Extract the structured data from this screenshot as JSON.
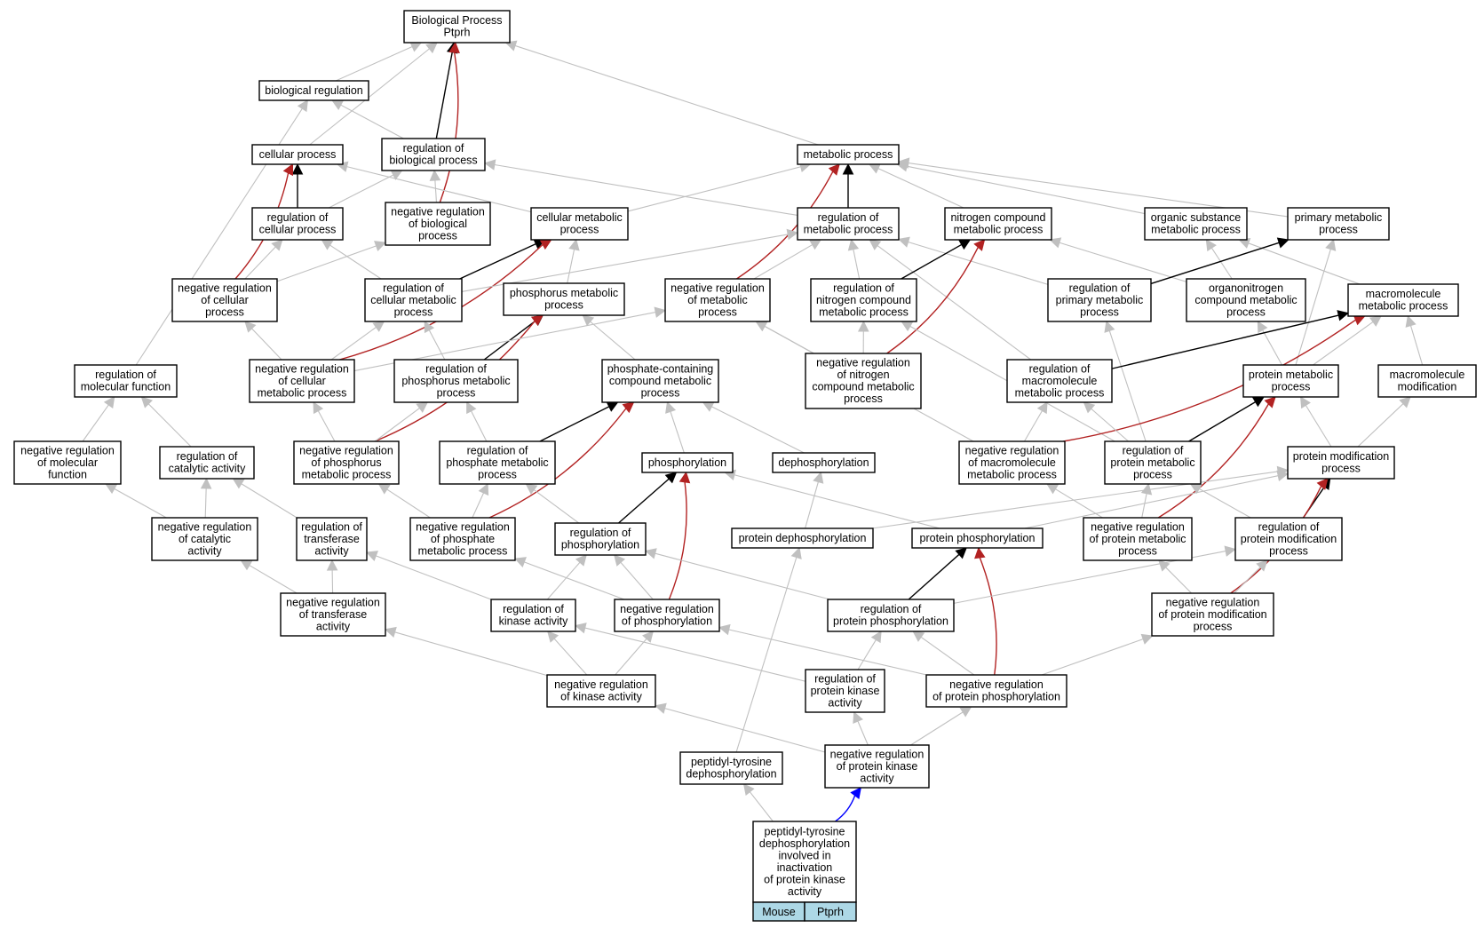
{
  "colors": {
    "is_a": "#c0c0c0",
    "part_of": "#000000",
    "negatively_regulates": "#b22222",
    "query_link": "#0000ff",
    "annotation_cell": "#add8e6"
  },
  "legend_cells": {
    "species": "Mouse",
    "gene": "Ptprh"
  },
  "nodes": [
    {
      "id": "root",
      "lines": [
        "Biological Process",
        "Ptprh"
      ]
    },
    {
      "id": "bioreg",
      "lines": [
        "biological regulation"
      ]
    },
    {
      "id": "cellproc",
      "lines": [
        "cellular process"
      ]
    },
    {
      "id": "regbio",
      "lines": [
        "regulation of",
        "biological process"
      ]
    },
    {
      "id": "metab",
      "lines": [
        "metabolic process"
      ]
    },
    {
      "id": "regcell",
      "lines": [
        "regulation of",
        "cellular process"
      ]
    },
    {
      "id": "negregbio",
      "lines": [
        "negative regulation",
        "of biological",
        "process"
      ]
    },
    {
      "id": "cellmetab",
      "lines": [
        "cellular metabolic",
        "process"
      ]
    },
    {
      "id": "regmetab",
      "lines": [
        "regulation of",
        "metabolic process"
      ]
    },
    {
      "id": "nitro",
      "lines": [
        "nitrogen compound",
        "metabolic process"
      ]
    },
    {
      "id": "orgsub",
      "lines": [
        "organic substance",
        "metabolic process"
      ]
    },
    {
      "id": "primary",
      "lines": [
        "primary metabolic",
        "process"
      ]
    },
    {
      "id": "negregcell",
      "lines": [
        "negative regulation",
        "of cellular",
        "process"
      ]
    },
    {
      "id": "regcellmetab",
      "lines": [
        "regulation of",
        "cellular metabolic",
        "process"
      ]
    },
    {
      "id": "phosmetab",
      "lines": [
        "phosphorus metabolic",
        "process"
      ]
    },
    {
      "id": "negregmetab",
      "lines": [
        "negative regulation",
        "of metabolic",
        "process"
      ]
    },
    {
      "id": "regnitro",
      "lines": [
        "regulation of",
        "nitrogen compound",
        "metabolic process"
      ]
    },
    {
      "id": "regprimary",
      "lines": [
        "regulation of",
        "primary metabolic",
        "process"
      ]
    },
    {
      "id": "organonitro",
      "lines": [
        "organonitrogen",
        "compound metabolic",
        "process"
      ]
    },
    {
      "id": "macromet",
      "lines": [
        "macromolecule",
        "metabolic process"
      ]
    },
    {
      "id": "regmolfunc",
      "lines": [
        "regulation of",
        "molecular function"
      ]
    },
    {
      "id": "negregcellmetab",
      "lines": [
        "negative regulation",
        "of cellular",
        "metabolic process"
      ]
    },
    {
      "id": "regphosmetab",
      "lines": [
        "regulation of",
        "phosphorus metabolic",
        "process"
      ]
    },
    {
      "id": "phoscontain",
      "lines": [
        "phosphate-containing",
        "compound metabolic",
        "process"
      ]
    },
    {
      "id": "negregnitro",
      "lines": [
        "negative regulation",
        "of nitrogen",
        "compound metabolic",
        "process"
      ]
    },
    {
      "id": "regmacromet",
      "lines": [
        "regulation of",
        "macromolecule",
        "metabolic process"
      ]
    },
    {
      "id": "protmetab",
      "lines": [
        "protein metabolic",
        "process"
      ]
    },
    {
      "id": "macromod",
      "lines": [
        "macromolecule",
        "modification"
      ]
    },
    {
      "id": "negregmolfunc",
      "lines": [
        "negative regulation",
        "of molecular",
        "function"
      ]
    },
    {
      "id": "regcatal",
      "lines": [
        "regulation of",
        "catalytic activity"
      ]
    },
    {
      "id": "negregphosmetab",
      "lines": [
        "negative regulation",
        "of phosphorus",
        "metabolic process"
      ]
    },
    {
      "id": "regphosphatemetab",
      "lines": [
        "regulation of",
        "phosphate metabolic",
        "process"
      ]
    },
    {
      "id": "phosphorylation",
      "lines": [
        "phosphorylation"
      ]
    },
    {
      "id": "dephos",
      "lines": [
        "dephosphorylation"
      ]
    },
    {
      "id": "negregmacromet",
      "lines": [
        "negative regulation",
        "of macromolecule",
        "metabolic process"
      ]
    },
    {
      "id": "regprotmetab",
      "lines": [
        "regulation of",
        "protein metabolic",
        "process"
      ]
    },
    {
      "id": "protmod",
      "lines": [
        "protein modification",
        "process"
      ]
    },
    {
      "id": "negregcatal",
      "lines": [
        "negative regulation",
        "of catalytic",
        "activity"
      ]
    },
    {
      "id": "regtransf",
      "lines": [
        "regulation of",
        "transferase",
        "activity"
      ]
    },
    {
      "id": "negregphosphatemetab",
      "lines": [
        "negative regulation",
        "of phosphate",
        "metabolic process"
      ]
    },
    {
      "id": "regphosphorylation",
      "lines": [
        "regulation of",
        "phosphorylation"
      ]
    },
    {
      "id": "protdephos",
      "lines": [
        "protein dephosphorylation"
      ]
    },
    {
      "id": "protphos",
      "lines": [
        "protein phosphorylation"
      ]
    },
    {
      "id": "negregprotmetab",
      "lines": [
        "negative regulation",
        "of protein metabolic",
        "process"
      ]
    },
    {
      "id": "regprotmod",
      "lines": [
        "regulation of",
        "protein modification",
        "process"
      ]
    },
    {
      "id": "negregtransf",
      "lines": [
        "negative regulation",
        "of transferase",
        "activity"
      ]
    },
    {
      "id": "regkinase",
      "lines": [
        "regulation of",
        "kinase activity"
      ]
    },
    {
      "id": "negregphosphorylation",
      "lines": [
        "negative regulation",
        "of phosphorylation"
      ]
    },
    {
      "id": "regprotphos",
      "lines": [
        "regulation of",
        "protein phosphorylation"
      ]
    },
    {
      "id": "negregprotmod",
      "lines": [
        "negative regulation",
        "of protein modification",
        "process"
      ]
    },
    {
      "id": "negregkinase",
      "lines": [
        "negative regulation",
        "of kinase activity"
      ]
    },
    {
      "id": "regprotkinase",
      "lines": [
        "regulation of",
        "protein kinase",
        "activity"
      ]
    },
    {
      "id": "negregprotphos",
      "lines": [
        "negative regulation",
        "of protein phosphorylation"
      ]
    },
    {
      "id": "ptyrdephos",
      "lines": [
        "peptidyl-tyrosine",
        "dephosphorylation"
      ]
    },
    {
      "id": "negregprotkinase",
      "lines": [
        "negative regulation",
        "of protein kinase",
        "activity"
      ]
    },
    {
      "id": "query",
      "lines": [
        "peptidyl-tyrosine",
        "dephosphorylation",
        "involved in",
        "inactivation",
        "of protein kinase",
        "activity"
      ]
    }
  ],
  "edges": [
    {
      "from": "bioreg",
      "to": "root",
      "type": "is_a"
    },
    {
      "from": "cellproc",
      "to": "root",
      "type": "is_a"
    },
    {
      "from": "regbio",
      "to": "root",
      "type": "part_of"
    },
    {
      "from": "negregbio",
      "to": "root",
      "type": "negatively_regulates"
    },
    {
      "from": "metab",
      "to": "root",
      "type": "is_a"
    },
    {
      "from": "regbio",
      "to": "bioreg",
      "type": "is_a"
    },
    {
      "from": "regmolfunc",
      "to": "bioreg",
      "type": "is_a"
    },
    {
      "from": "regcell",
      "to": "cellproc",
      "type": "part_of"
    },
    {
      "from": "negregcell",
      "to": "cellproc",
      "type": "negatively_regulates"
    },
    {
      "from": "cellmetab",
      "to": "cellproc",
      "type": "is_a"
    },
    {
      "from": "negregbio",
      "to": "regbio",
      "type": "is_a"
    },
    {
      "from": "regcell",
      "to": "regbio",
      "type": "is_a"
    },
    {
      "from": "regmetab",
      "to": "regbio",
      "type": "is_a"
    },
    {
      "from": "cellmetab",
      "to": "metab",
      "type": "is_a"
    },
    {
      "from": "regmetab",
      "to": "metab",
      "type": "part_of"
    },
    {
      "from": "negregmetab",
      "to": "metab",
      "type": "negatively_regulates"
    },
    {
      "from": "nitro",
      "to": "metab",
      "type": "is_a"
    },
    {
      "from": "orgsub",
      "to": "metab",
      "type": "is_a"
    },
    {
      "from": "primary",
      "to": "metab",
      "type": "is_a"
    },
    {
      "from": "negregcell",
      "to": "regcell",
      "type": "is_a"
    },
    {
      "from": "regcellmetab",
      "to": "regcell",
      "type": "is_a"
    },
    {
      "from": "negregcell",
      "to": "negregbio",
      "type": "is_a"
    },
    {
      "from": "regcellmetab",
      "to": "cellmetab",
      "type": "part_of"
    },
    {
      "from": "negregcellmetab",
      "to": "cellmetab",
      "type": "negatively_regulates"
    },
    {
      "from": "phosmetab",
      "to": "cellmetab",
      "type": "is_a"
    },
    {
      "from": "negregmetab",
      "to": "regmetab",
      "type": "is_a"
    },
    {
      "from": "regnitro",
      "to": "regmetab",
      "type": "is_a"
    },
    {
      "from": "regprimary",
      "to": "regmetab",
      "type": "is_a"
    },
    {
      "from": "regmacromet",
      "to": "regmetab",
      "type": "is_a"
    },
    {
      "from": "regcellmetab",
      "to": "regmetab",
      "type": "is_a"
    },
    {
      "from": "regnitro",
      "to": "nitro",
      "type": "part_of"
    },
    {
      "from": "negregnitro",
      "to": "nitro",
      "type": "negatively_regulates"
    },
    {
      "from": "organonitro",
      "to": "nitro",
      "type": "is_a"
    },
    {
      "from": "organonitro",
      "to": "orgsub",
      "type": "is_a"
    },
    {
      "from": "macromet",
      "to": "orgsub",
      "type": "is_a"
    },
    {
      "from": "regprimary",
      "to": "primary",
      "type": "part_of"
    },
    {
      "from": "protmetab",
      "to": "primary",
      "type": "is_a"
    },
    {
      "from": "negregcellmetab",
      "to": "negregcell",
      "type": "is_a"
    },
    {
      "from": "negregcellmetab",
      "to": "regcellmetab",
      "type": "is_a"
    },
    {
      "from": "regphosmetab",
      "to": "regcellmetab",
      "type": "is_a"
    },
    {
      "from": "regphosmetab",
      "to": "phosmetab",
      "type": "part_of"
    },
    {
      "from": "negregphosmetab",
      "to": "phosmetab",
      "type": "negatively_regulates"
    },
    {
      "from": "phoscontain",
      "to": "phosmetab",
      "type": "is_a"
    },
    {
      "from": "negregnitro",
      "to": "negregmetab",
      "type": "is_a"
    },
    {
      "from": "negregmacromet",
      "to": "negregmetab",
      "type": "is_a"
    },
    {
      "from": "negregcellmetab",
      "to": "negregmetab",
      "type": "is_a"
    },
    {
      "from": "negregnitro",
      "to": "regnitro",
      "type": "is_a"
    },
    {
      "from": "regprotmetab",
      "to": "regnitro",
      "type": "is_a"
    },
    {
      "from": "regprotmetab",
      "to": "regprimary",
      "type": "is_a"
    },
    {
      "from": "protmetab",
      "to": "organonitro",
      "type": "is_a"
    },
    {
      "from": "protmetab",
      "to": "macromet",
      "type": "is_a"
    },
    {
      "from": "macromod",
      "to": "macromet",
      "type": "is_a"
    },
    {
      "from": "regmacromet",
      "to": "macromet",
      "type": "part_of"
    },
    {
      "from": "negregmacromet",
      "to": "macromet",
      "type": "negatively_regulates"
    },
    {
      "from": "negregmolfunc",
      "to": "regmolfunc",
      "type": "is_a"
    },
    {
      "from": "regcatal",
      "to": "regmolfunc",
      "type": "is_a"
    },
    {
      "from": "negregphosmetab",
      "to": "negregcellmetab",
      "type": "is_a"
    },
    {
      "from": "negregphosmetab",
      "to": "regphosmetab",
      "type": "is_a"
    },
    {
      "from": "regphosphatemetab",
      "to": "regphosmetab",
      "type": "is_a"
    },
    {
      "from": "regphosphatemetab",
      "to": "phoscontain",
      "type": "part_of"
    },
    {
      "from": "negregphosphatemetab",
      "to": "phoscontain",
      "type": "negatively_regulates"
    },
    {
      "from": "phosphorylation",
      "to": "phoscontain",
      "type": "is_a"
    },
    {
      "from": "dephos",
      "to": "phoscontain",
      "type": "is_a"
    },
    {
      "from": "negregmacromet",
      "to": "regmacromet",
      "type": "is_a"
    },
    {
      "from": "regprotmetab",
      "to": "regmacromet",
      "type": "is_a"
    },
    {
      "from": "regprotmetab",
      "to": "protmetab",
      "type": "part_of"
    },
    {
      "from": "negregprotmetab",
      "to": "protmetab",
      "type": "negatively_regulates"
    },
    {
      "from": "protmod",
      "to": "protmetab",
      "type": "is_a"
    },
    {
      "from": "protmod",
      "to": "macromod",
      "type": "is_a"
    },
    {
      "from": "negregcatal",
      "to": "negregmolfunc",
      "type": "is_a"
    },
    {
      "from": "negregcatal",
      "to": "regcatal",
      "type": "is_a"
    },
    {
      "from": "regtransf",
      "to": "regcatal",
      "type": "is_a"
    },
    {
      "from": "negregphosphatemetab",
      "to": "negregphosmetab",
      "type": "is_a"
    },
    {
      "from": "negregphosphatemetab",
      "to": "regphosphatemetab",
      "type": "is_a"
    },
    {
      "from": "regphosphorylation",
      "to": "regphosphatemetab",
      "type": "is_a"
    },
    {
      "from": "regphosphorylation",
      "to": "phosphorylation",
      "type": "part_of"
    },
    {
      "from": "negregphosphorylation",
      "to": "phosphorylation",
      "type": "negatively_regulates"
    },
    {
      "from": "protphos",
      "to": "phosphorylation",
      "type": "is_a"
    },
    {
      "from": "protdephos",
      "to": "dephos",
      "type": "is_a"
    },
    {
      "from": "protdephos",
      "to": "protmod",
      "type": "is_a"
    },
    {
      "from": "protphos",
      "to": "protmod",
      "type": "is_a"
    },
    {
      "from": "negregprotmetab",
      "to": "negregmacromet",
      "type": "is_a"
    },
    {
      "from": "negregprotmetab",
      "to": "regprotmetab",
      "type": "is_a"
    },
    {
      "from": "regprotmod",
      "to": "regprotmetab",
      "type": "is_a"
    },
    {
      "from": "regprotmod",
      "to": "protmod",
      "type": "part_of"
    },
    {
      "from": "negregprotmod",
      "to": "protmod",
      "type": "negatively_regulates"
    },
    {
      "from": "negregtransf",
      "to": "negregcatal",
      "type": "is_a"
    },
    {
      "from": "negregtransf",
      "to": "regtransf",
      "type": "is_a"
    },
    {
      "from": "regkinase",
      "to": "regtransf",
      "type": "is_a"
    },
    {
      "from": "negregphosphorylation",
      "to": "negregphosphatemetab",
      "type": "is_a"
    },
    {
      "from": "negregphosphorylation",
      "to": "regphosphorylation",
      "type": "is_a"
    },
    {
      "from": "regkinase",
      "to": "regphosphorylation",
      "type": "is_a"
    },
    {
      "from": "regprotphos",
      "to": "regphosphorylation",
      "type": "is_a"
    },
    {
      "from": "regprotphos",
      "to": "protphos",
      "type": "part_of"
    },
    {
      "from": "negregprotphos",
      "to": "protphos",
      "type": "negatively_regulates"
    },
    {
      "from": "negregprotmod",
      "to": "negregprotmetab",
      "type": "is_a"
    },
    {
      "from": "negregprotmod",
      "to": "regprotmod",
      "type": "is_a"
    },
    {
      "from": "regprotphos",
      "to": "regprotmod",
      "type": "is_a"
    },
    {
      "from": "negregkinase",
      "to": "negregtransf",
      "type": "is_a"
    },
    {
      "from": "negregkinase",
      "to": "regkinase",
      "type": "is_a"
    },
    {
      "from": "regprotkinase",
      "to": "regkinase",
      "type": "is_a"
    },
    {
      "from": "negregkinase",
      "to": "negregphosphorylation",
      "type": "is_a"
    },
    {
      "from": "negregprotphos",
      "to": "negregphosphorylation",
      "type": "is_a"
    },
    {
      "from": "regprotkinase",
      "to": "regprotphos",
      "type": "is_a"
    },
    {
      "from": "negregprotphos",
      "to": "regprotphos",
      "type": "is_a"
    },
    {
      "from": "negregprotphos",
      "to": "negregprotmod",
      "type": "is_a"
    },
    {
      "from": "negregprotkinase",
      "to": "negregkinase",
      "type": "is_a"
    },
    {
      "from": "negregprotkinase",
      "to": "regprotkinase",
      "type": "is_a"
    },
    {
      "from": "negregprotkinase",
      "to": "negregprotphos",
      "type": "is_a"
    },
    {
      "from": "ptyrdephos",
      "to": "protdephos",
      "type": "is_a"
    },
    {
      "from": "query",
      "to": "ptyrdephos",
      "type": "is_a"
    },
    {
      "from": "query",
      "to": "negregprotkinase",
      "type": "query_link"
    }
  ]
}
